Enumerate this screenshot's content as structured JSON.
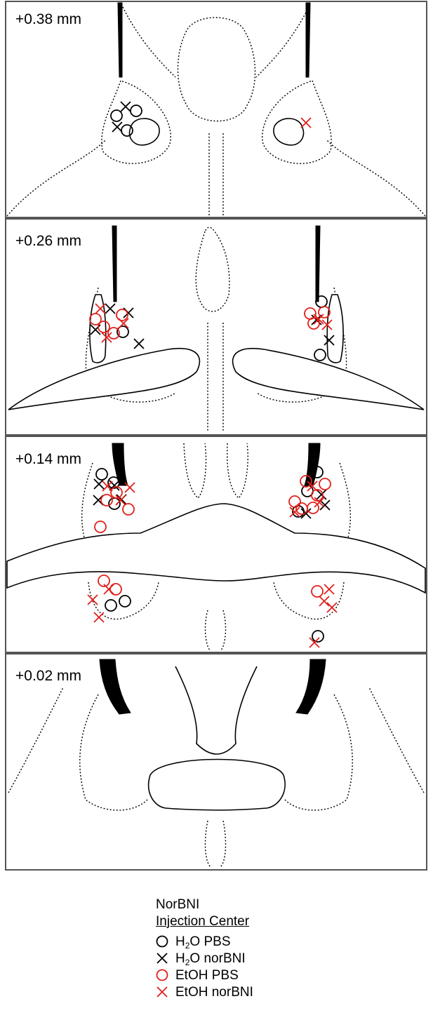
{
  "levels": [
    {
      "label": "+0.38 mm"
    },
    {
      "label": "+0.26 mm"
    },
    {
      "label": "+0.14 mm"
    },
    {
      "label": "+0.02 mm"
    }
  ],
  "legend": {
    "title": "NorBNI",
    "subtitle": "Injection Center",
    "items": [
      {
        "symbol": "circle",
        "color": "#000000",
        "prefix": "H",
        "sub": "2",
        "suffix": "O PBS"
      },
      {
        "symbol": "cross",
        "color": "#000000",
        "prefix": "H",
        "sub": "2",
        "suffix": "O norBNI"
      },
      {
        "symbol": "circle",
        "color": "#e0201b",
        "label": "EtOH PBS"
      },
      {
        "symbol": "cross",
        "color": "#e0201b",
        "label": "EtOH norBNI"
      }
    ]
  },
  "markers": {
    "level_038": {
      "h2o_pbs": [
        [
          166,
          165
        ],
        [
          194,
          158
        ],
        [
          181,
          186
        ]
      ],
      "h2o_norbni": [
        [
          179,
          152
        ],
        [
          167,
          181
        ]
      ],
      "etoh_pbs": [],
      "etoh_norbni": [
        [
          436,
          175
        ]
      ]
    },
    "level_026": {
      "h2o_pbs": [
        [
          175,
          473
        ],
        [
          458,
          430
        ],
        [
          456,
          506
        ]
      ],
      "h2o_norbni": [
        [
          157,
          440
        ],
        [
          183,
          446
        ],
        [
          136,
          470
        ],
        [
          198,
          490
        ],
        [
          451,
          456
        ],
        [
          469,
          485
        ]
      ],
      "etoh_pbs": [
        [
          136,
          455
        ],
        [
          148,
          466
        ],
        [
          162,
          475
        ],
        [
          174,
          449
        ],
        [
          442,
          447
        ],
        [
          447,
          461
        ],
        [
          462,
          445
        ]
      ],
      "etoh_norbni": [
        [
          143,
          440
        ],
        [
          176,
          461
        ],
        [
          152,
          481
        ],
        [
          466,
          463
        ],
        [
          454,
          455
        ]
      ]
    },
    "level_014": {
      "h2o_pbs": [
        [
          145,
          676
        ],
        [
          162,
          688
        ],
        [
          163,
          718
        ],
        [
          452,
          673
        ],
        [
          425,
          729
        ],
        [
          438,
          700
        ]
      ],
      "h2o_norbni": [
        [
          141,
          690
        ],
        [
          140,
          713
        ],
        [
          163,
          692
        ],
        [
          173,
          712
        ],
        [
          436,
          732
        ],
        [
          463,
          720
        ],
        [
          458,
          705
        ]
      ],
      "etoh_pbs": [
        [
          152,
          713
        ],
        [
          166,
          702
        ],
        [
          183,
          726
        ],
        [
          143,
          751
        ],
        [
          420,
          715
        ],
        [
          436,
          686
        ],
        [
          452,
          706
        ],
        [
          463,
          690
        ],
        [
          446,
          724
        ],
        [
          430,
          725
        ]
      ],
      "etoh_norbni": [
        [
          153,
          693
        ],
        [
          185,
          695
        ],
        [
          172,
          713
        ],
        [
          445,
          693
        ],
        [
          455,
          716
        ],
        [
          420,
          730
        ]
      ]
    },
    "level_002": {
      "h2o_pbs": [
        [
          158,
          863
        ],
        [
          178,
          857
        ],
        [
          453,
          907
        ]
      ],
      "h2o_norbni": [],
      "etoh_pbs": [
        [
          148,
          828
        ],
        [
          165,
          840
        ],
        [
          452,
          843
        ]
      ],
      "etoh_norbni": [
        [
          155,
          840
        ],
        [
          132,
          855
        ],
        [
          141,
          880
        ],
        [
          469,
          840
        ],
        [
          462,
          857
        ],
        [
          473,
          866
        ],
        [
          448,
          916
        ]
      ]
    }
  }
}
